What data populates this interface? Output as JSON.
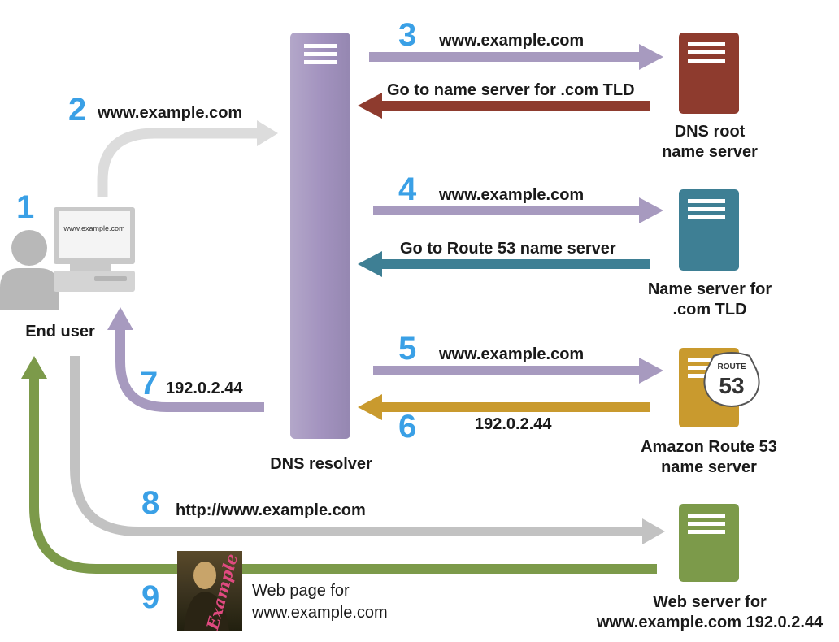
{
  "colors": {
    "step_number": "#3aa0e6",
    "resolver": "#a79abf",
    "root_server": "#8e3b2e",
    "tld_server": "#3e7f94",
    "route53_server": "#c99a2e",
    "web_server": "#7c9a4a",
    "user": "#b8b8b8",
    "arrow_gray": "#dcdcdc",
    "arrow_gray_dark": "#c2c2c2"
  },
  "nodes": {
    "end_user": {
      "label": "End user",
      "screen_text": "www.example.com",
      "icon": "user-computer-icon"
    },
    "resolver": {
      "label": "DNS resolver",
      "icon": "server-tower-icon"
    },
    "root": {
      "line1": "DNS root",
      "line2": "name server",
      "icon": "server-icon"
    },
    "tld": {
      "line1": "Name server for",
      "line2": ".com TLD",
      "icon": "server-icon"
    },
    "route53": {
      "line1": "Amazon Route 53",
      "line2": "name server",
      "badge_top": "ROUTE",
      "badge_num": "53",
      "icon": "server-icon"
    },
    "web": {
      "line1": "Web server for",
      "line2": "www.example.com 192.0.2.44",
      "icon": "server-icon"
    }
  },
  "steps": {
    "s1": {
      "num": "1"
    },
    "s2": {
      "num": "2",
      "label": "www.example.com"
    },
    "s3": {
      "num": "3",
      "label": "www.example.com"
    },
    "s3r": {
      "label": "Go to name server for .com TLD"
    },
    "s4": {
      "num": "4",
      "label": "www.example.com"
    },
    "s4r": {
      "label": "Go to Route 53 name server"
    },
    "s5": {
      "num": "5",
      "label": "www.example.com"
    },
    "s6": {
      "num": "6",
      "label": "192.0.2.44"
    },
    "s7": {
      "num": "7",
      "label": "192.0.2.44"
    },
    "s8": {
      "num": "8",
      "label": "http://www.example.com"
    },
    "s9": {
      "num": "9",
      "line1": "Web page for",
      "line2": "www.example.com",
      "thumb_text": "Example",
      "icon": "web-page-thumbnail-icon"
    }
  }
}
